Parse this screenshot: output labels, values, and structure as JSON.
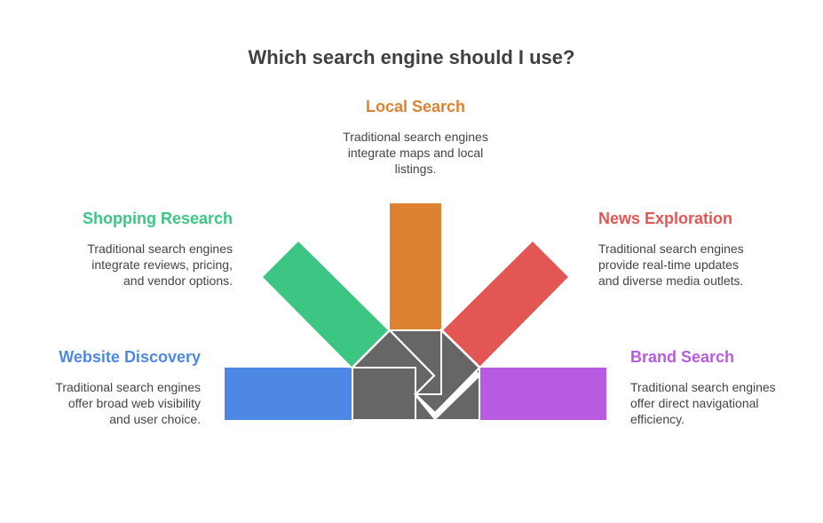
{
  "title": "Which search engine should I use?",
  "items": [
    {
      "key": "local",
      "label": "Local Search",
      "color": "#DC8230",
      "desc_lines": [
        "Traditional search engines",
        "integrate maps and local",
        "listings."
      ]
    },
    {
      "key": "shopping",
      "label": "Shopping Research",
      "color": "#3DC584",
      "desc_lines": [
        "Traditional search engines",
        "integrate reviews, pricing,",
        "and vendor options."
      ]
    },
    {
      "key": "news",
      "label": "News Exploration",
      "color": "#E25654",
      "desc_lines": [
        "Traditional search engines",
        "provide real-time updates",
        "and diverse media outlets."
      ]
    },
    {
      "key": "website",
      "label": "Website Discovery",
      "color": "#4D88E4",
      "desc_lines": [
        "Traditional search engines",
        "offer broad web visibility",
        "and user choice."
      ]
    },
    {
      "key": "brand",
      "label": "Brand Search",
      "color": "#B85BE2",
      "desc_lines": [
        "Traditional search engines",
        "offer direct navigational",
        "efficiency."
      ]
    }
  ],
  "hub_color": "#666666"
}
